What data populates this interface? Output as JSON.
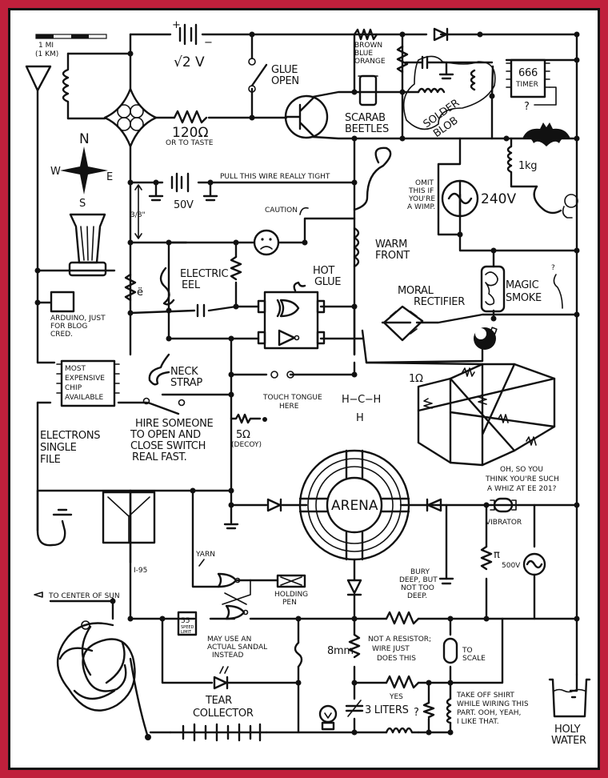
{
  "frame": {
    "border_color": "#c0203c",
    "background": "#ffffff",
    "ink": "#111111"
  },
  "scale_bar": {
    "line1": "1 MI",
    "line2": "(1 KM)"
  },
  "compass": {
    "n": "N",
    "s": "S",
    "e": "E",
    "w": "W"
  },
  "components": {
    "battery_top": {
      "label": "√2 V",
      "plus": "+",
      "minus": "−"
    },
    "switch_glue": {
      "line1": "GLUE",
      "line2": "OPEN"
    },
    "resistor_120": {
      "value": "120Ω",
      "note": "OR TO TASTE"
    },
    "resistor_color": {
      "line1": "BROWN",
      "line2": "BLUE",
      "line3": "ORANGE"
    },
    "scarab": {
      "line1": "SCARAB",
      "line2": "BEETLES"
    },
    "solder_blob": {
      "line1": "SOLDER",
      "line2": "BLOB"
    },
    "timer": {
      "line1": "666",
      "line2": "TIMER",
      "question": "?"
    },
    "battery_50": {
      "label": "50V",
      "pull": "PULL THIS WIRE REALLY TIGHT"
    },
    "inductor_kg": {
      "label": "1kg"
    },
    "ac_240": {
      "label": "240V",
      "omit1": "OMIT",
      "omit2": "THIS IF",
      "omit3": "YOU'RE",
      "omit4": "A WIMP."
    },
    "caution": {
      "label": "CAUTION"
    },
    "gap": {
      "label": "3/8\""
    },
    "warm_front": {
      "line1": "WARM",
      "line2": "FRONT"
    },
    "eel": {
      "line1": "ELECTRIC",
      "line2": "EEL"
    },
    "hot_glue": {
      "line1": "HOT",
      "line2": "GLUE"
    },
    "e_resistor": {
      "label": "ë"
    },
    "arduino": {
      "line1": "ARDUINO, JUST",
      "line2": "FOR BLOG",
      "line3": "CRED."
    },
    "chip": {
      "line1": "MOST",
      "line2": "EXPENSIVE",
      "line3": "CHIP",
      "line4": "AVAILABLE"
    },
    "neck_strap": {
      "line1": "NECK",
      "line2": "STRAP"
    },
    "moral_rectifier": {
      "line1": "MORAL",
      "line2": "RECTIFIER"
    },
    "magic_smoke": {
      "line1": "MAGIC",
      "line2": "SMOKE",
      "question": "?"
    },
    "touch_tongue": {
      "line1": "TOUCH TONGUE",
      "line2": "HERE"
    },
    "methane": {
      "line1": "H−C−H",
      "line2": "H"
    },
    "resistor_mesh": {
      "label": "1Ω",
      "quip1": "OH, SO YOU",
      "quip2": "THINK YOU'RE SUCH",
      "quip3": "A WHIZ AT EE 201?"
    },
    "hire_switch": {
      "line1": "HIRE SOMEONE",
      "line2": "TO OPEN AND",
      "line3": "CLOSE SWITCH",
      "line4": "REAL FAST."
    },
    "electrons": {
      "line1": "ELECTRONS",
      "line2": "SINGLE",
      "line3": "FILE"
    },
    "decoy": {
      "value": "5Ω",
      "note": "(DECOY)"
    },
    "arena": {
      "label": "ARENA"
    },
    "vibrator": {
      "label": "VIBRATOR"
    },
    "pi_resistor": {
      "label": "π"
    },
    "ac_500": {
      "label": "500V"
    },
    "bury": {
      "line1": "BURY",
      "line2": "DEEP, BUT",
      "line3": "NOT TOO",
      "line4": "DEEP."
    },
    "highway": {
      "label": "I-95"
    },
    "yarn": {
      "label": "YARN"
    },
    "sun": {
      "label": "TO CENTER OF SUN"
    },
    "holding_pen": {
      "line1": "HOLDING",
      "line2": "PEN"
    },
    "speed_limit": {
      "value": "55",
      "line2": "SPEED",
      "line3": "LIMIT"
    },
    "sandal": {
      "line1": "MAY USE AN",
      "line2": "ACTUAL SANDAL",
      "line3": "INSTEAD"
    },
    "not_resistor": {
      "value": "8mm",
      "line1": "NOT A RESISTOR;",
      "line2": "WIRE JUST",
      "line3": "DOES THIS"
    },
    "motor": {
      "line1": "TO",
      "line2": "SCALE"
    },
    "tear_collector": {
      "line1": "TEAR",
      "line2": "COLLECTOR"
    },
    "yes_resistor": {
      "label": "YES"
    },
    "liters_cap": {
      "label": "3 LITERS"
    },
    "unknown_resistor": {
      "label": "?"
    },
    "shirt": {
      "line1": "TAKE OFF SHIRT",
      "line2": "WHILE WIRING THIS",
      "line3": "PART. OOH, YEAH,",
      "line4": "I LIKE THAT."
    },
    "holy_water": {
      "line1": "HOLY",
      "line2": "WATER"
    }
  }
}
